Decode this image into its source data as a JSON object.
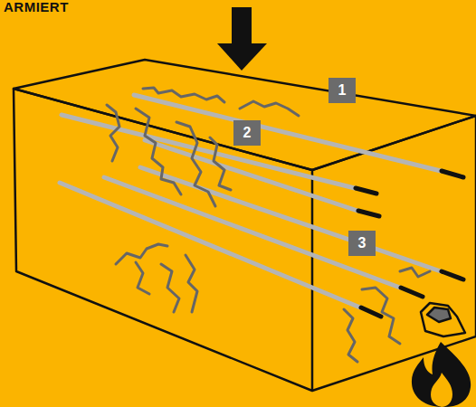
{
  "diagram": {
    "title": "ARMIERT",
    "labels": [
      "1",
      "2",
      "3"
    ]
  }
}
